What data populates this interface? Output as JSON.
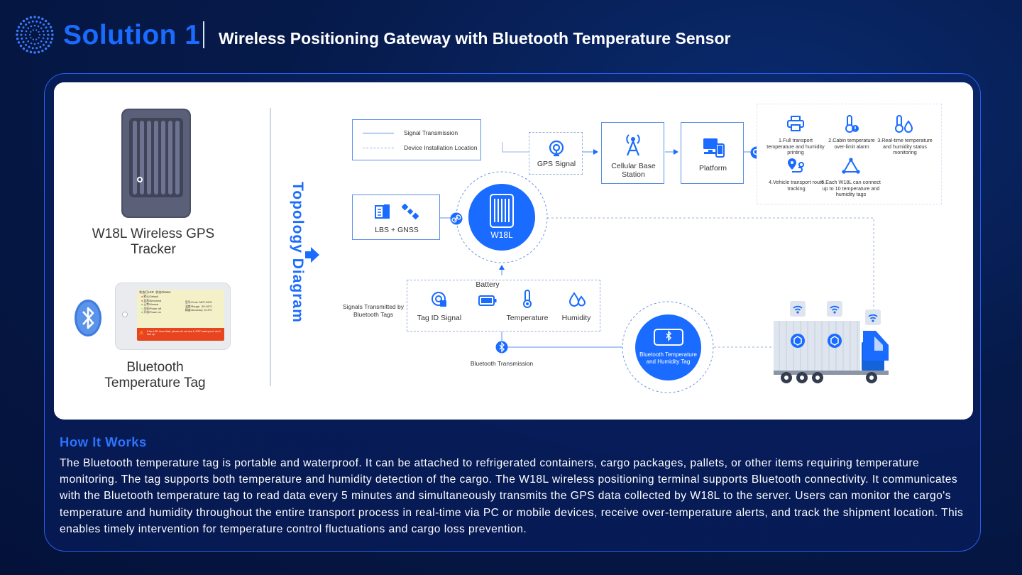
{
  "header": {
    "title": "Solution 1",
    "subtitle": "Wireless Positioning Gateway with Bluetooth Temperature Sensor"
  },
  "devices": {
    "tracker_label": "W18L Wireless GPS Tracker",
    "tag_label": "Bluetooth Temperature Tag",
    "tag_card": {
      "header_left": "状态灯LED",
      "header_right": "状态/Status",
      "rows": [
        "默认/Default",
        "异常/Abnormal",
        "正常/Normal",
        "关机/Power off",
        "开机/Power on"
      ],
      "specs": [
        "型号/Code: MDT-0202",
        "温度/Range: -30~60°C",
        "精度/Accuracy: ±0.5°C"
      ],
      "note": "If the LED does flash, please do not use it. IP67 waterproof, don't fast up."
    }
  },
  "topology": {
    "title": "Topology Diagram",
    "legend": {
      "signal": "Signal Transmission",
      "install": "Device Installation Location"
    },
    "gps_signal": "GPS Signal",
    "base_station": "Cellular Base Station",
    "platform": "Platform",
    "lbs": "LBS + GNSS",
    "hub": "W18L",
    "signals_caption": "Signals Transmitted by Bluetooth Tags",
    "signals": [
      "Tag ID Signal",
      "Battery",
      "Temperature",
      "Humidity"
    ],
    "bt_transmission": "Bluetooth Transmission",
    "bt_tag": "Bluetooth Temperature and Humidity Tag",
    "features": [
      "1.Full transport temperature and humidity printing",
      "2.Cabin temperature over-limit alarm",
      "3.Real-time temperature and humidity status monitoring",
      "4.Vehicle transport route tracking",
      "5.Each W18L can connect up to 10 temperature and humidity tags"
    ]
  },
  "how": {
    "title": "How It Works",
    "text": "The Bluetooth temperature tag is portable and waterproof. It can be attached to refrigerated containers, cargo packages, pallets, or other items requiring temperature monitoring. The tag supports both temperature and humidity detection of the cargo. The W18L wireless positioning terminal supports Bluetooth connectivity. It communicates with the Bluetooth temperature tag to read data every 5 minutes and simultaneously transmits the GPS data collected by W18L to the server. Users can monitor the cargo's temperature and humidity throughout the entire transport process in real-time via PC or mobile devices, receive over-temperature alerts, and track the shipment location. This enables timely intervention for temperature control fluctuations and cargo loss prevention."
  },
  "colors": {
    "accent": "#1a6bff",
    "background": "#061a4a",
    "panel": "#ffffff"
  }
}
